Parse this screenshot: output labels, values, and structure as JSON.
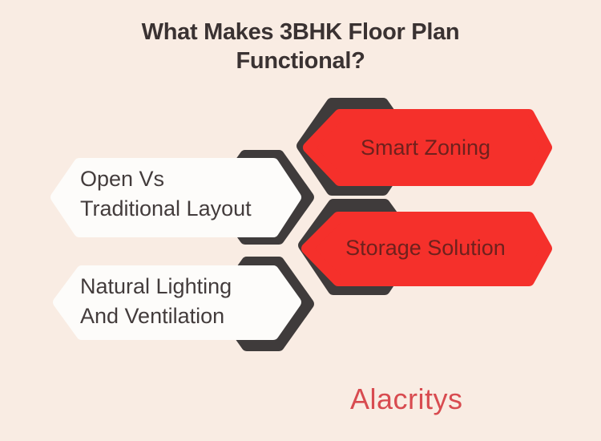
{
  "title": {
    "line1": "What Makes 3BHK Floor Plan",
    "line2": "Functional?"
  },
  "banners": [
    {
      "id": "smart-zoning",
      "label": "Smart Zoning",
      "style": "red"
    },
    {
      "id": "open-vs-traditional-layout",
      "line1": "Open Vs",
      "line2": "Traditional Layout",
      "style": "white"
    },
    {
      "id": "storage-solution",
      "label": "Storage Solution",
      "style": "red"
    },
    {
      "id": "natural-lighting-and-ventilation",
      "line1": "Natural Lighting",
      "line2": "And Ventilation",
      "style": "white"
    }
  ],
  "brand": {
    "name": "Alacritys"
  },
  "colors": {
    "background": "#f9ece3",
    "banner_red": "#f5302b",
    "banner_white": "#fdfcfa",
    "shadow_hexagon": "#3f3b3b",
    "title_text": "#3a3232",
    "red_banner_text": "#6e211d",
    "white_banner_text": "#433c3c",
    "brand_text": "#d84b50"
  }
}
